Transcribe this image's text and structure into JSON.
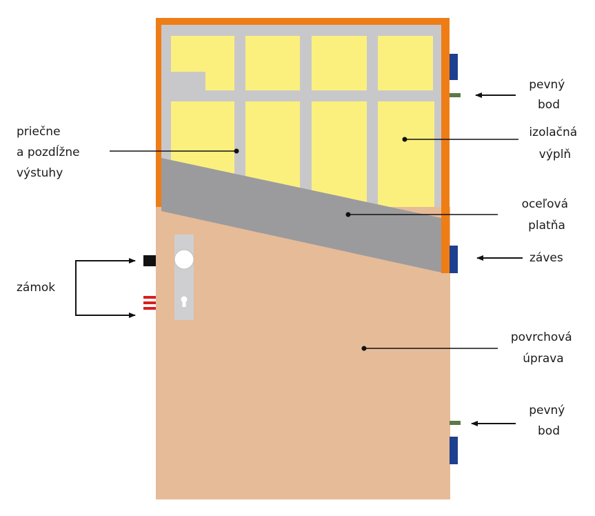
{
  "labels": {
    "fixed_point_top": [
      "pevný",
      "bod"
    ],
    "insulation": [
      "izolačná",
      "výplň"
    ],
    "steel_sheet": [
      "oceľová",
      "platňa"
    ],
    "hinge": [
      "záves"
    ],
    "surface": [
      "povrchová",
      "úprava"
    ],
    "fixed_point_bottom": [
      "pevný",
      "bod"
    ],
    "stiffeners": [
      "priečne",
      "a pozdĺžne",
      "výstuhy"
    ],
    "lock": [
      "zámok"
    ]
  },
  "colors": {
    "frame": "#ef7d16",
    "grid": "#c8c8ca",
    "insulation": "#fbf07e",
    "steel_sheet": "#9b9b9d",
    "surface": "#e6bb98",
    "hinge": "#1d3f8f",
    "fixed_point": "#5b7a45",
    "lock_black": "#111111",
    "lock_red": "#d81e1e",
    "handle": "#cfcfd1",
    "line": "#111111"
  }
}
